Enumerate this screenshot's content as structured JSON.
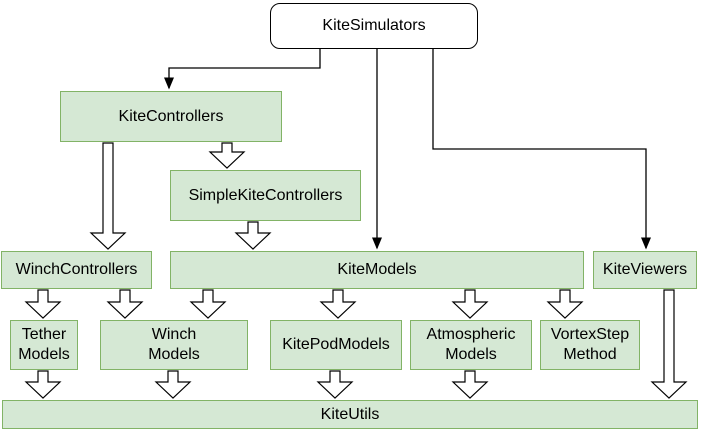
{
  "diagram": {
    "nodes": [
      {
        "id": "kitesimulators",
        "label": "KiteSimulators",
        "kind": "root"
      },
      {
        "id": "kitecontrollers",
        "label": "KiteControllers",
        "kind": "package"
      },
      {
        "id": "simplekitecontrollers",
        "label": "SimpleKiteControllers",
        "kind": "package"
      },
      {
        "id": "winchcontrollers",
        "label": "WinchControllers",
        "kind": "package"
      },
      {
        "id": "kitemodels",
        "label": "KiteModels",
        "kind": "package"
      },
      {
        "id": "kiteviewers",
        "label": "KiteViewers",
        "kind": "package"
      },
      {
        "id": "tethermodels",
        "label": "Tether\nModels",
        "kind": "package"
      },
      {
        "id": "winchmodels",
        "label": "Winch\nModels",
        "kind": "package"
      },
      {
        "id": "kitepodmodels",
        "label": "KitePodModels",
        "kind": "package"
      },
      {
        "id": "atmosphericmodels",
        "label": "Atmospheric\nModels",
        "kind": "package"
      },
      {
        "id": "vortexstepmethod",
        "label": "VortexStep\nMethod",
        "kind": "package"
      },
      {
        "id": "kiteutils",
        "label": "KiteUtils",
        "kind": "package"
      }
    ],
    "edges": [
      {
        "from": "kitesimulators",
        "to": "kitecontrollers",
        "style": "thin"
      },
      {
        "from": "kitesimulators",
        "to": "kitemodels",
        "style": "thin"
      },
      {
        "from": "kitesimulators",
        "to": "kiteviewers",
        "style": "thin"
      },
      {
        "from": "kitecontrollers",
        "to": "winchcontrollers",
        "style": "hollow"
      },
      {
        "from": "kitecontrollers",
        "to": "simplekitecontrollers",
        "style": "hollow"
      },
      {
        "from": "simplekitecontrollers",
        "to": "kitemodels",
        "style": "hollow"
      },
      {
        "from": "winchcontrollers",
        "to": "tethermodels",
        "style": "hollow"
      },
      {
        "from": "winchcontrollers",
        "to": "winchmodels",
        "style": "hollow"
      },
      {
        "from": "kitemodels",
        "to": "winchmodels",
        "style": "hollow"
      },
      {
        "from": "kitemodels",
        "to": "kitepodmodels",
        "style": "hollow"
      },
      {
        "from": "kitemodels",
        "to": "atmosphericmodels",
        "style": "hollow"
      },
      {
        "from": "kitemodels",
        "to": "vortexstepmethod",
        "style": "hollow"
      },
      {
        "from": "tethermodels",
        "to": "kiteutils",
        "style": "hollow"
      },
      {
        "from": "winchmodels",
        "to": "kiteutils",
        "style": "hollow"
      },
      {
        "from": "kitepodmodels",
        "to": "kiteutils",
        "style": "hollow"
      },
      {
        "from": "atmosphericmodels",
        "to": "kiteutils",
        "style": "hollow"
      },
      {
        "from": "kiteviewers",
        "to": "kiteutils",
        "style": "hollow"
      }
    ],
    "colors": {
      "node_fill": "#d5e8d4",
      "node_stroke": "#82b366",
      "root_fill": "#ffffff",
      "root_stroke": "#000000",
      "text": "#000000",
      "line": "#000000"
    }
  }
}
